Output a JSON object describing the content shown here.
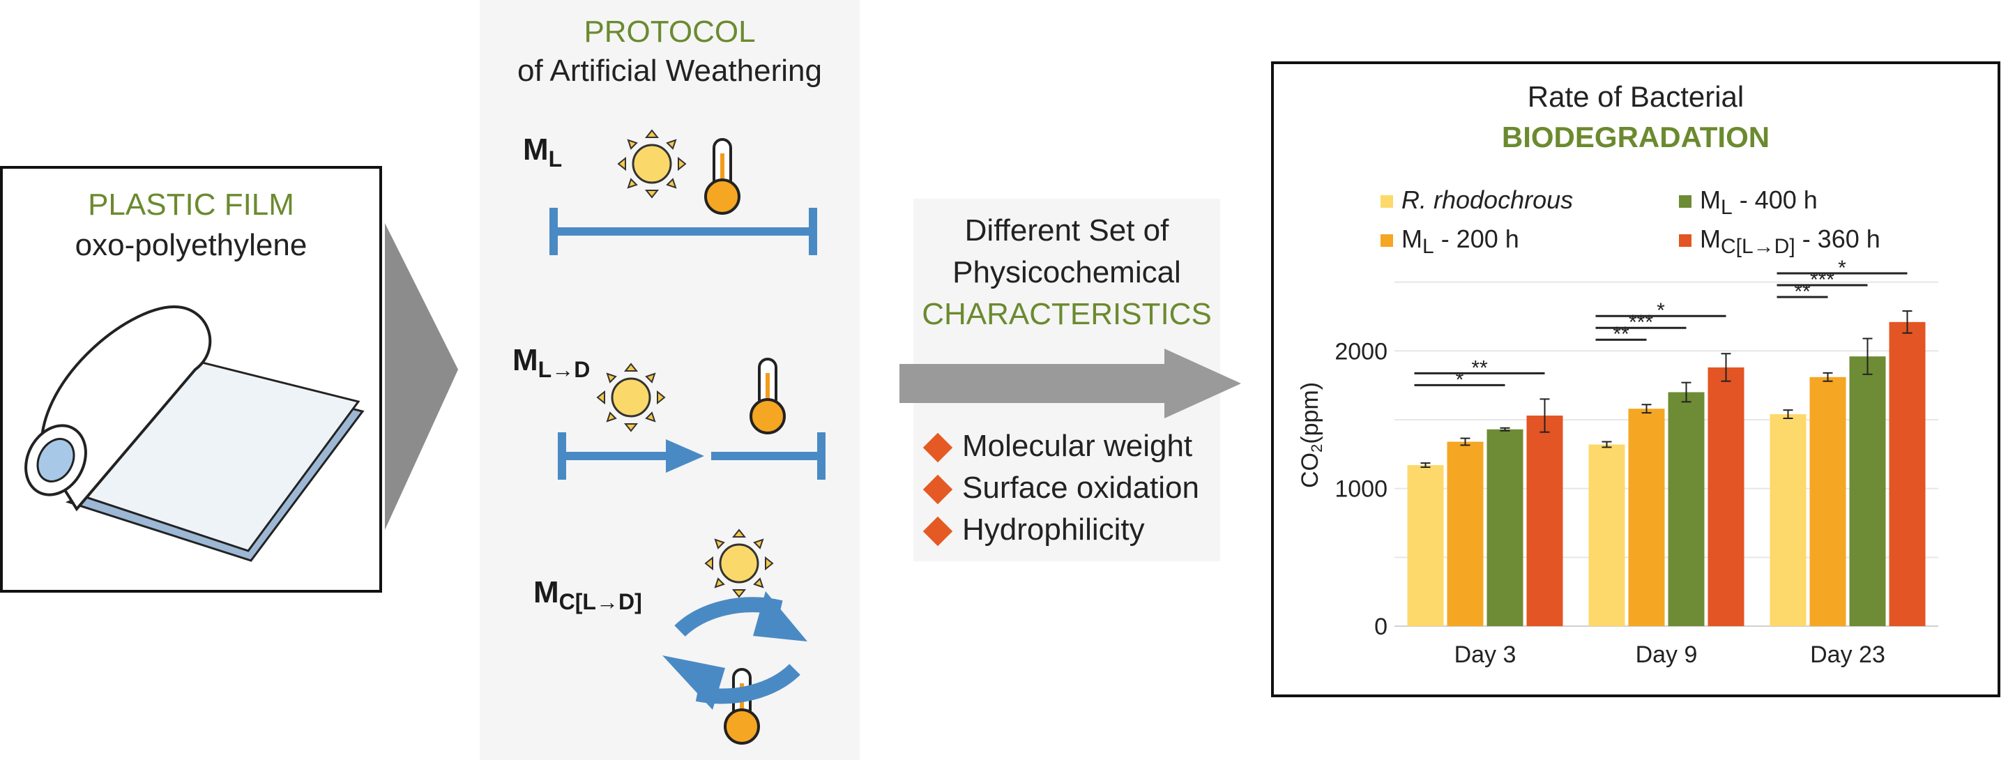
{
  "plastic": {
    "title": "PLASTIC FILM",
    "subtitle": "oxo-polyethylene"
  },
  "protocol": {
    "title": "PROTOCOL",
    "subtitle": "of Artificial Weathering",
    "methods": [
      {
        "main": "M",
        "sub": "L"
      },
      {
        "main": "M",
        "sub": "L→D"
      },
      {
        "main": "M",
        "sub": "C[L→D]"
      }
    ]
  },
  "characteristics": {
    "line1": "Different Set of",
    "line2": "Physicochemical",
    "line3": "CHARACTERISTICS",
    "bullets": [
      "Molecular weight",
      "Surface oxidation",
      "Hydrophilicity"
    ]
  },
  "colors": {
    "accent_green": "#6b8a2f",
    "bullet": "#e55a24",
    "protocol_blue": "#4a8ac4",
    "panel_bg": "#f5f5f5"
  },
  "chart_data": {
    "type": "bar",
    "title": "Rate of Bacterial",
    "title_highlight": "BIODEGRADATION",
    "ylabel_main": "CO",
    "ylabel_sub": "2",
    "ylabel_unit": "(ppm)",
    "ylim": [
      0,
      2650
    ],
    "yticks": [
      0,
      1000,
      2000
    ],
    "categories": [
      "Day 3",
      "Day 9",
      "Day 23"
    ],
    "series": [
      {
        "legend_main": "R. rhodochrous",
        "legend_sub": "",
        "legend_tail": "",
        "color": "#fcd96a",
        "values": [
          1170,
          1320,
          1540
        ],
        "errors": [
          15,
          20,
          30
        ]
      },
      {
        "legend_main": "M",
        "legend_sub": "L",
        "legend_tail": " - 200 h",
        "color": "#f5a623",
        "values": [
          1340,
          1580,
          1810
        ],
        "errors": [
          25,
          30,
          30
        ]
      },
      {
        "legend_main": "M",
        "legend_sub": "L",
        "legend_tail": " - 400 h",
        "color": "#6e8b35",
        "values": [
          1430,
          1700,
          1960
        ],
        "errors": [
          10,
          70,
          130
        ]
      },
      {
        "legend_main": "M",
        "legend_sub": "C[L→D]",
        "legend_tail": " - 360 h",
        "color": "#e35524",
        "values": [
          1530,
          1880,
          2210
        ],
        "errors": [
          120,
          100,
          80
        ]
      }
    ],
    "significance": [
      {
        "category": 0,
        "from": 0,
        "to": 2,
        "label": "*"
      },
      {
        "category": 0,
        "from": 0,
        "to": 3,
        "label": "**"
      },
      {
        "category": 1,
        "from": 0,
        "to": 1,
        "label": "**"
      },
      {
        "category": 1,
        "from": 0,
        "to": 2,
        "label": "***"
      },
      {
        "category": 1,
        "from": 0,
        "to": 3,
        "label": "*"
      },
      {
        "category": 2,
        "from": 0,
        "to": 1,
        "label": "**"
      },
      {
        "category": 2,
        "from": 0,
        "to": 2,
        "label": "***"
      },
      {
        "category": 2,
        "from": 0,
        "to": 3,
        "label": "*"
      }
    ]
  }
}
